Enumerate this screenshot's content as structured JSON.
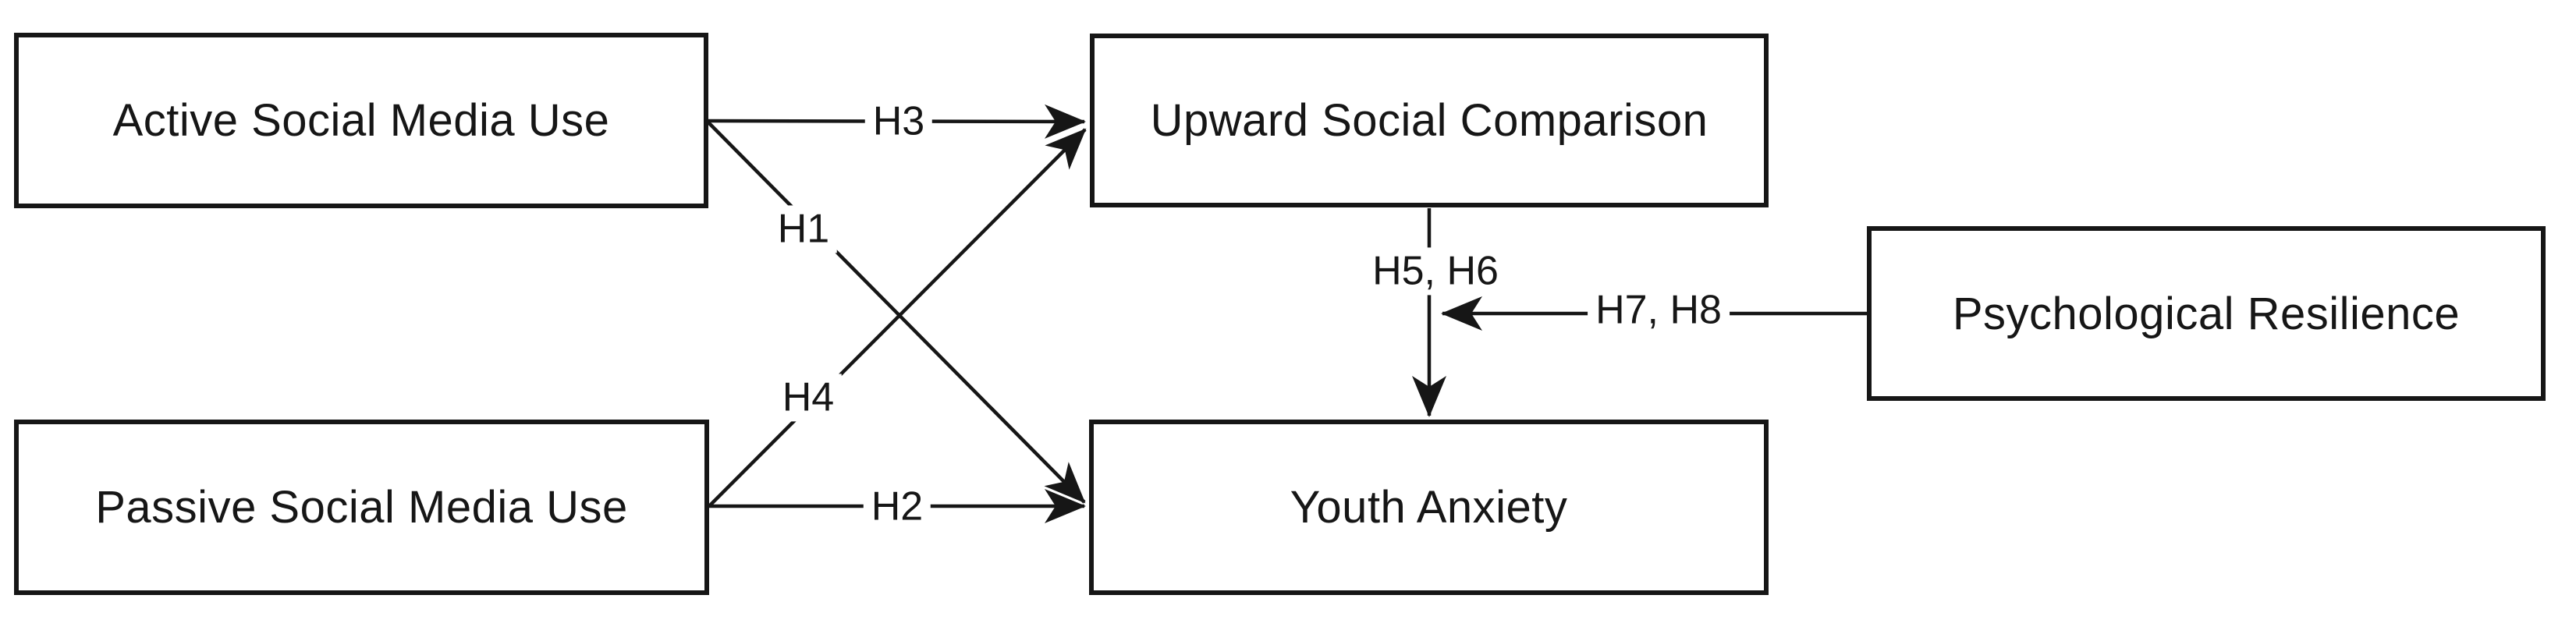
{
  "canvas": {
    "background_color": "#ffffff",
    "ink_color": "#161616"
  },
  "nodes": {
    "active": {
      "label": "Active Social Media Use"
    },
    "passive": {
      "label": "Passive Social Media Use"
    },
    "comparison": {
      "label": "Upward Social Comparison"
    },
    "anxiety": {
      "label": "Youth Anxiety"
    },
    "resilience": {
      "label": "Psychological Resilience"
    }
  },
  "edges": {
    "h1": {
      "label": "H1",
      "from": "Active Social Media Use",
      "to": "Youth Anxiety"
    },
    "h2": {
      "label": "H2",
      "from": "Passive Social Media Use",
      "to": "Youth Anxiety"
    },
    "h3": {
      "label": "H3",
      "from": "Active Social Media Use",
      "to": "Upward Social Comparison"
    },
    "h4": {
      "label": "H4",
      "from": "Passive Social Media Use",
      "to": "Upward Social Comparison"
    },
    "h5h6": {
      "label": "H5, H6",
      "from": "Upward Social Comparison",
      "to": "Youth Anxiety"
    },
    "h7h8": {
      "label": "H7, H8",
      "from": "Psychological Resilience",
      "to": "Upward Social Comparison - Youth Anxiety path"
    }
  }
}
